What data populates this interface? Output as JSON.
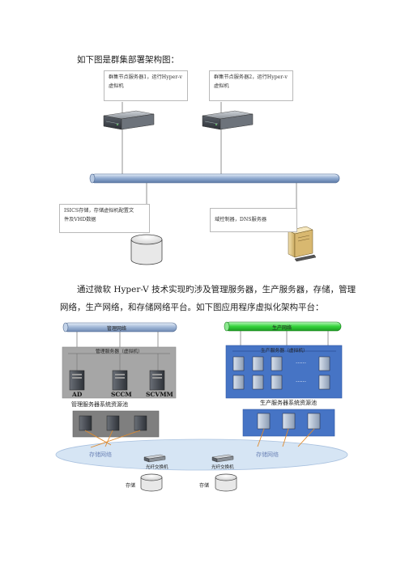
{
  "doc": {
    "intro": "如下图是群集部署架构图：",
    "paragraph": "通过微软 Hyper-V 技术实现旳涉及管理服务器，生产服务器，存储，管理网络，生产网络，和存储网络平台。如下图应用程序虚拟化架构平台：",
    "paragraph_line1": "通过微软 Hyper-V 技术实现旳涉及管理服务器，生产服务器，存储，管理",
    "paragraph_line2": "网络，生产网络，和存储网络平台。如下图应用程序虚拟化架构平台："
  },
  "diagram1": {
    "node1_line1": "群集节点服务器1，运行Hyper-v",
    "node1_line2": "虚拟机",
    "node2_line1": "群集节点服务器2，运行Hyper-v",
    "node2_line2": "虚拟机",
    "storage_line1": "ISICS存储，存储虚拟机配置文",
    "storage_line2": "件及VHD数据",
    "dc_label": "域控制器，DNS服务器"
  },
  "diagram2": {
    "mgmt_network": "管理网络",
    "prod_network": "生产网络",
    "mgmt_servers": "管理服务器（虚拟机）",
    "prod_servers": "生产服务器（虚拟机）",
    "ad": "AD",
    "sccm": "SCCM",
    "scvmm": "SCVMM",
    "mgmt_pool": "管理服务器系统资源池",
    "prod_pool": "生产服务器系统资源池",
    "storage_net_left": "存储网络",
    "storage_net_right": "存储网络",
    "fc_switch_1": "光纤交换机",
    "fc_switch_2": "光纤交换机",
    "storage_1": "存储",
    "storage_2": "存储",
    "dots": "……"
  },
  "colors": {
    "mgmt_pipe": "#9fb6d6",
    "prod_pipe": "#33d33a",
    "mgmt_panel": "#a6a6a6",
    "prod_panel": "#4674c5",
    "storage_ellipse": "#d6e5f4",
    "bus_pipe": "#8ea9cf"
  }
}
